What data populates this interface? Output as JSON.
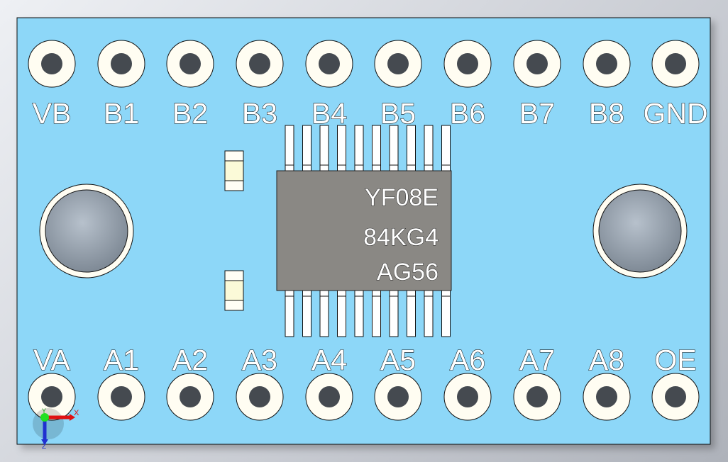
{
  "colors": {
    "board": "#8dd7f8",
    "pad": "#fffdf2",
    "drill": "#454a50",
    "chip": "#8a8884",
    "lead": "#ffffff",
    "capacitor": "#fbfad8"
  },
  "top_pins": [
    "VB",
    "B1",
    "B2",
    "B3",
    "B4",
    "B5",
    "B6",
    "B7",
    "B8",
    "GND"
  ],
  "bottom_pins": [
    "VA",
    "A1",
    "A2",
    "A3",
    "A4",
    "A5",
    "A6",
    "A7",
    "A8",
    "OE"
  ],
  "chip": {
    "marking": [
      "YF08E",
      "84KG4",
      "AG56"
    ],
    "leads_per_side": 10
  },
  "capacitors": 2,
  "mounting_holes": 2,
  "triad": {
    "x_label": "X",
    "y_label": "Y",
    "z_label": "Z"
  }
}
